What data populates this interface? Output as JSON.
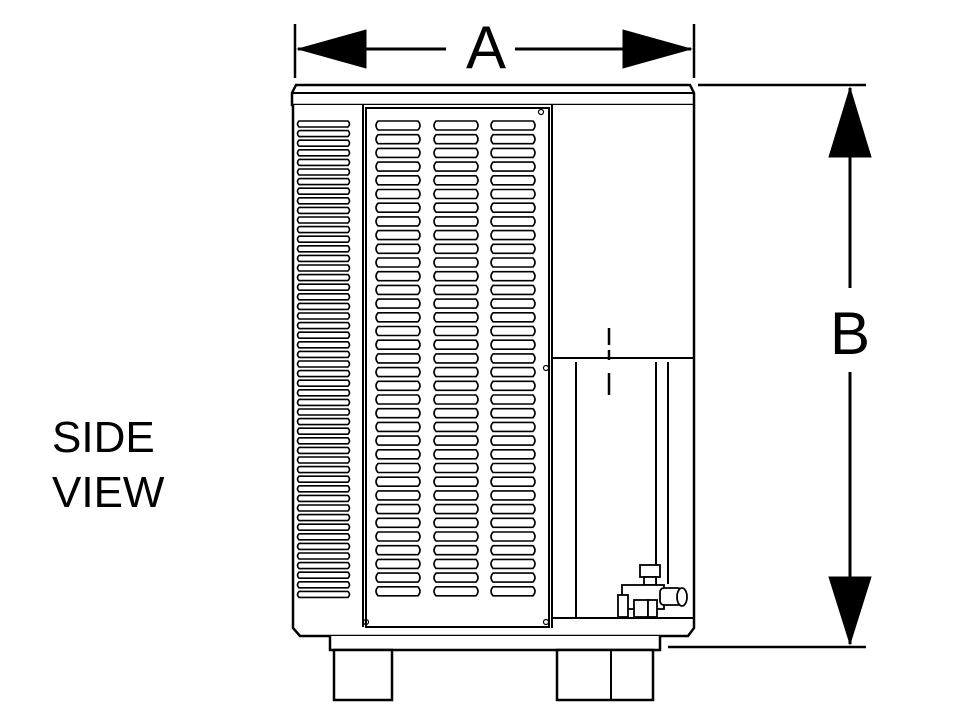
{
  "labels": {
    "dimension_a": "A",
    "dimension_b": "B",
    "view_line1": "SIDE",
    "view_line2": "VIEW"
  },
  "colors": {
    "line": "#000000",
    "background": "#ffffff"
  }
}
